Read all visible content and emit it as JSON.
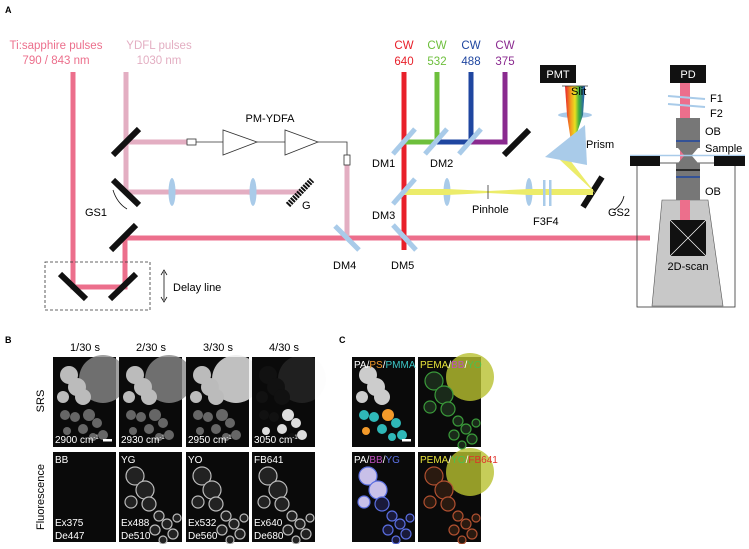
{
  "panels": {
    "a": "A",
    "b": "B",
    "c": "C"
  },
  "colors": {
    "ti": "#ec6f8c",
    "ydfl": "#e3aec2",
    "cw640": "#e8202a",
    "cw532": "#6dbf3c",
    "cw488": "#1f46a0",
    "cw375": "#8a2a8f",
    "optic": "#a9cbe9",
    "yellow": "#ecec6a"
  },
  "panel_a": {
    "ti_label": "Ti:sapphire pulses",
    "ti_wavelength": "790 / 843 nm",
    "ydfl_label": "YDFL pulses",
    "ydfl_wavelength": "1030 nm",
    "amplifier": "PM-YDFA",
    "grating": "G",
    "gs1": "GS1",
    "gs2": "GS2",
    "delay_line": "Delay line",
    "cw": [
      {
        "top": "CW",
        "bottom": "640"
      },
      {
        "top": "CW",
        "bottom": "532"
      },
      {
        "top": "CW",
        "bottom": "488"
      },
      {
        "top": "CW",
        "bottom": "375"
      }
    ],
    "dm1": "DM1",
    "dm2": "DM2",
    "dm3": "DM3",
    "dm4": "DM4",
    "dm5": "DM5",
    "pinhole": "Pinhole",
    "f3f4": "F3F4",
    "prism": "Prism",
    "pmt": "PMT",
    "slit": "Slit",
    "pd": "PD",
    "f1": "F1",
    "f2": "F2",
    "ob_top": "OB",
    "sample": "Sample",
    "ob_bottom": "OB",
    "scan": "2D-scan"
  },
  "panel_b": {
    "times": [
      "1/30 s",
      "2/30 s",
      "3/30 s",
      "4/30 s"
    ],
    "row_srs": "SRS",
    "row_fluo": "Fluorescence",
    "srs_labels": [
      "2900 cm",
      "2930 cm",
      "2950 cm",
      "3050 cm"
    ],
    "unit_sup": "-1",
    "fluo_dyes": [
      "BB",
      "YG",
      "YO",
      "FB641"
    ],
    "fluo_ex": [
      "Ex375",
      "Ex488",
      "Ex532",
      "Ex640"
    ],
    "fluo_de": [
      "De447",
      "De510",
      "De560",
      "De680"
    ]
  },
  "panel_c": {
    "tl": [
      {
        "t": "PA",
        "c": "#ffffff"
      },
      {
        "t": "/",
        "c": "#ffffff"
      },
      {
        "t": "PS",
        "c": "#f39a2a"
      },
      {
        "t": "/",
        "c": "#ffffff"
      },
      {
        "t": "PMMA",
        "c": "#3cc6c6"
      }
    ],
    "tr": [
      {
        "t": "PEMA",
        "c": "#e6e23a"
      },
      {
        "t": "/",
        "c": "#ffffff"
      },
      {
        "t": "BB",
        "c": "#c04fc0"
      },
      {
        "t": "/",
        "c": "#ffffff"
      },
      {
        "t": "YO",
        "c": "#4dc04d"
      }
    ],
    "bl": [
      {
        "t": "PA",
        "c": "#ffffff"
      },
      {
        "t": "/",
        "c": "#ffffff"
      },
      {
        "t": "BB",
        "c": "#c04fc0"
      },
      {
        "t": "/",
        "c": "#ffffff"
      },
      {
        "t": "YG",
        "c": "#5a6ee0"
      }
    ],
    "br": [
      {
        "t": "PEMA",
        "c": "#e6e23a"
      },
      {
        "t": "/",
        "c": "#ffffff"
      },
      {
        "t": "YO",
        "c": "#4dc04d"
      },
      {
        "t": "/",
        "c": "#ffffff"
      },
      {
        "t": "FB641",
        "c": "#e0302a"
      }
    ]
  }
}
